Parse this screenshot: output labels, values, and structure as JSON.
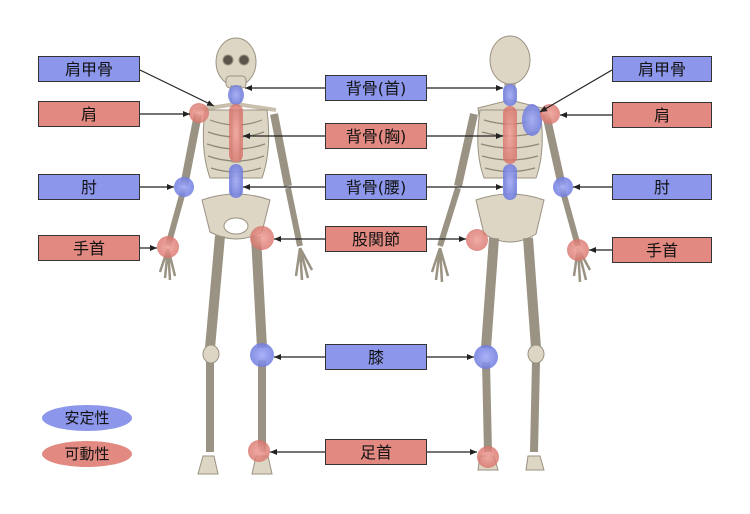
{
  "labels": {
    "left_shoulder_blade": "肩甲骨",
    "left_shoulder": "肩",
    "left_elbow": "肘",
    "left_wrist": "手首",
    "spine_neck": "背骨(首)",
    "spine_chest": "背骨(胸)",
    "spine_waist": "背骨(腰)",
    "hip_joint": "股関節",
    "knee": "膝",
    "ankle": "足首",
    "right_shoulder_blade": "肩甲骨",
    "right_shoulder": "肩",
    "right_elbow": "肘",
    "right_wrist": "手首"
  },
  "legend": {
    "stability": "安定性",
    "mobility": "可動性"
  },
  "colors": {
    "stability": "#8c96ea",
    "mobility": "#e28a82",
    "bone": "#ddd6c4",
    "bone_stroke": "#9a9282"
  }
}
